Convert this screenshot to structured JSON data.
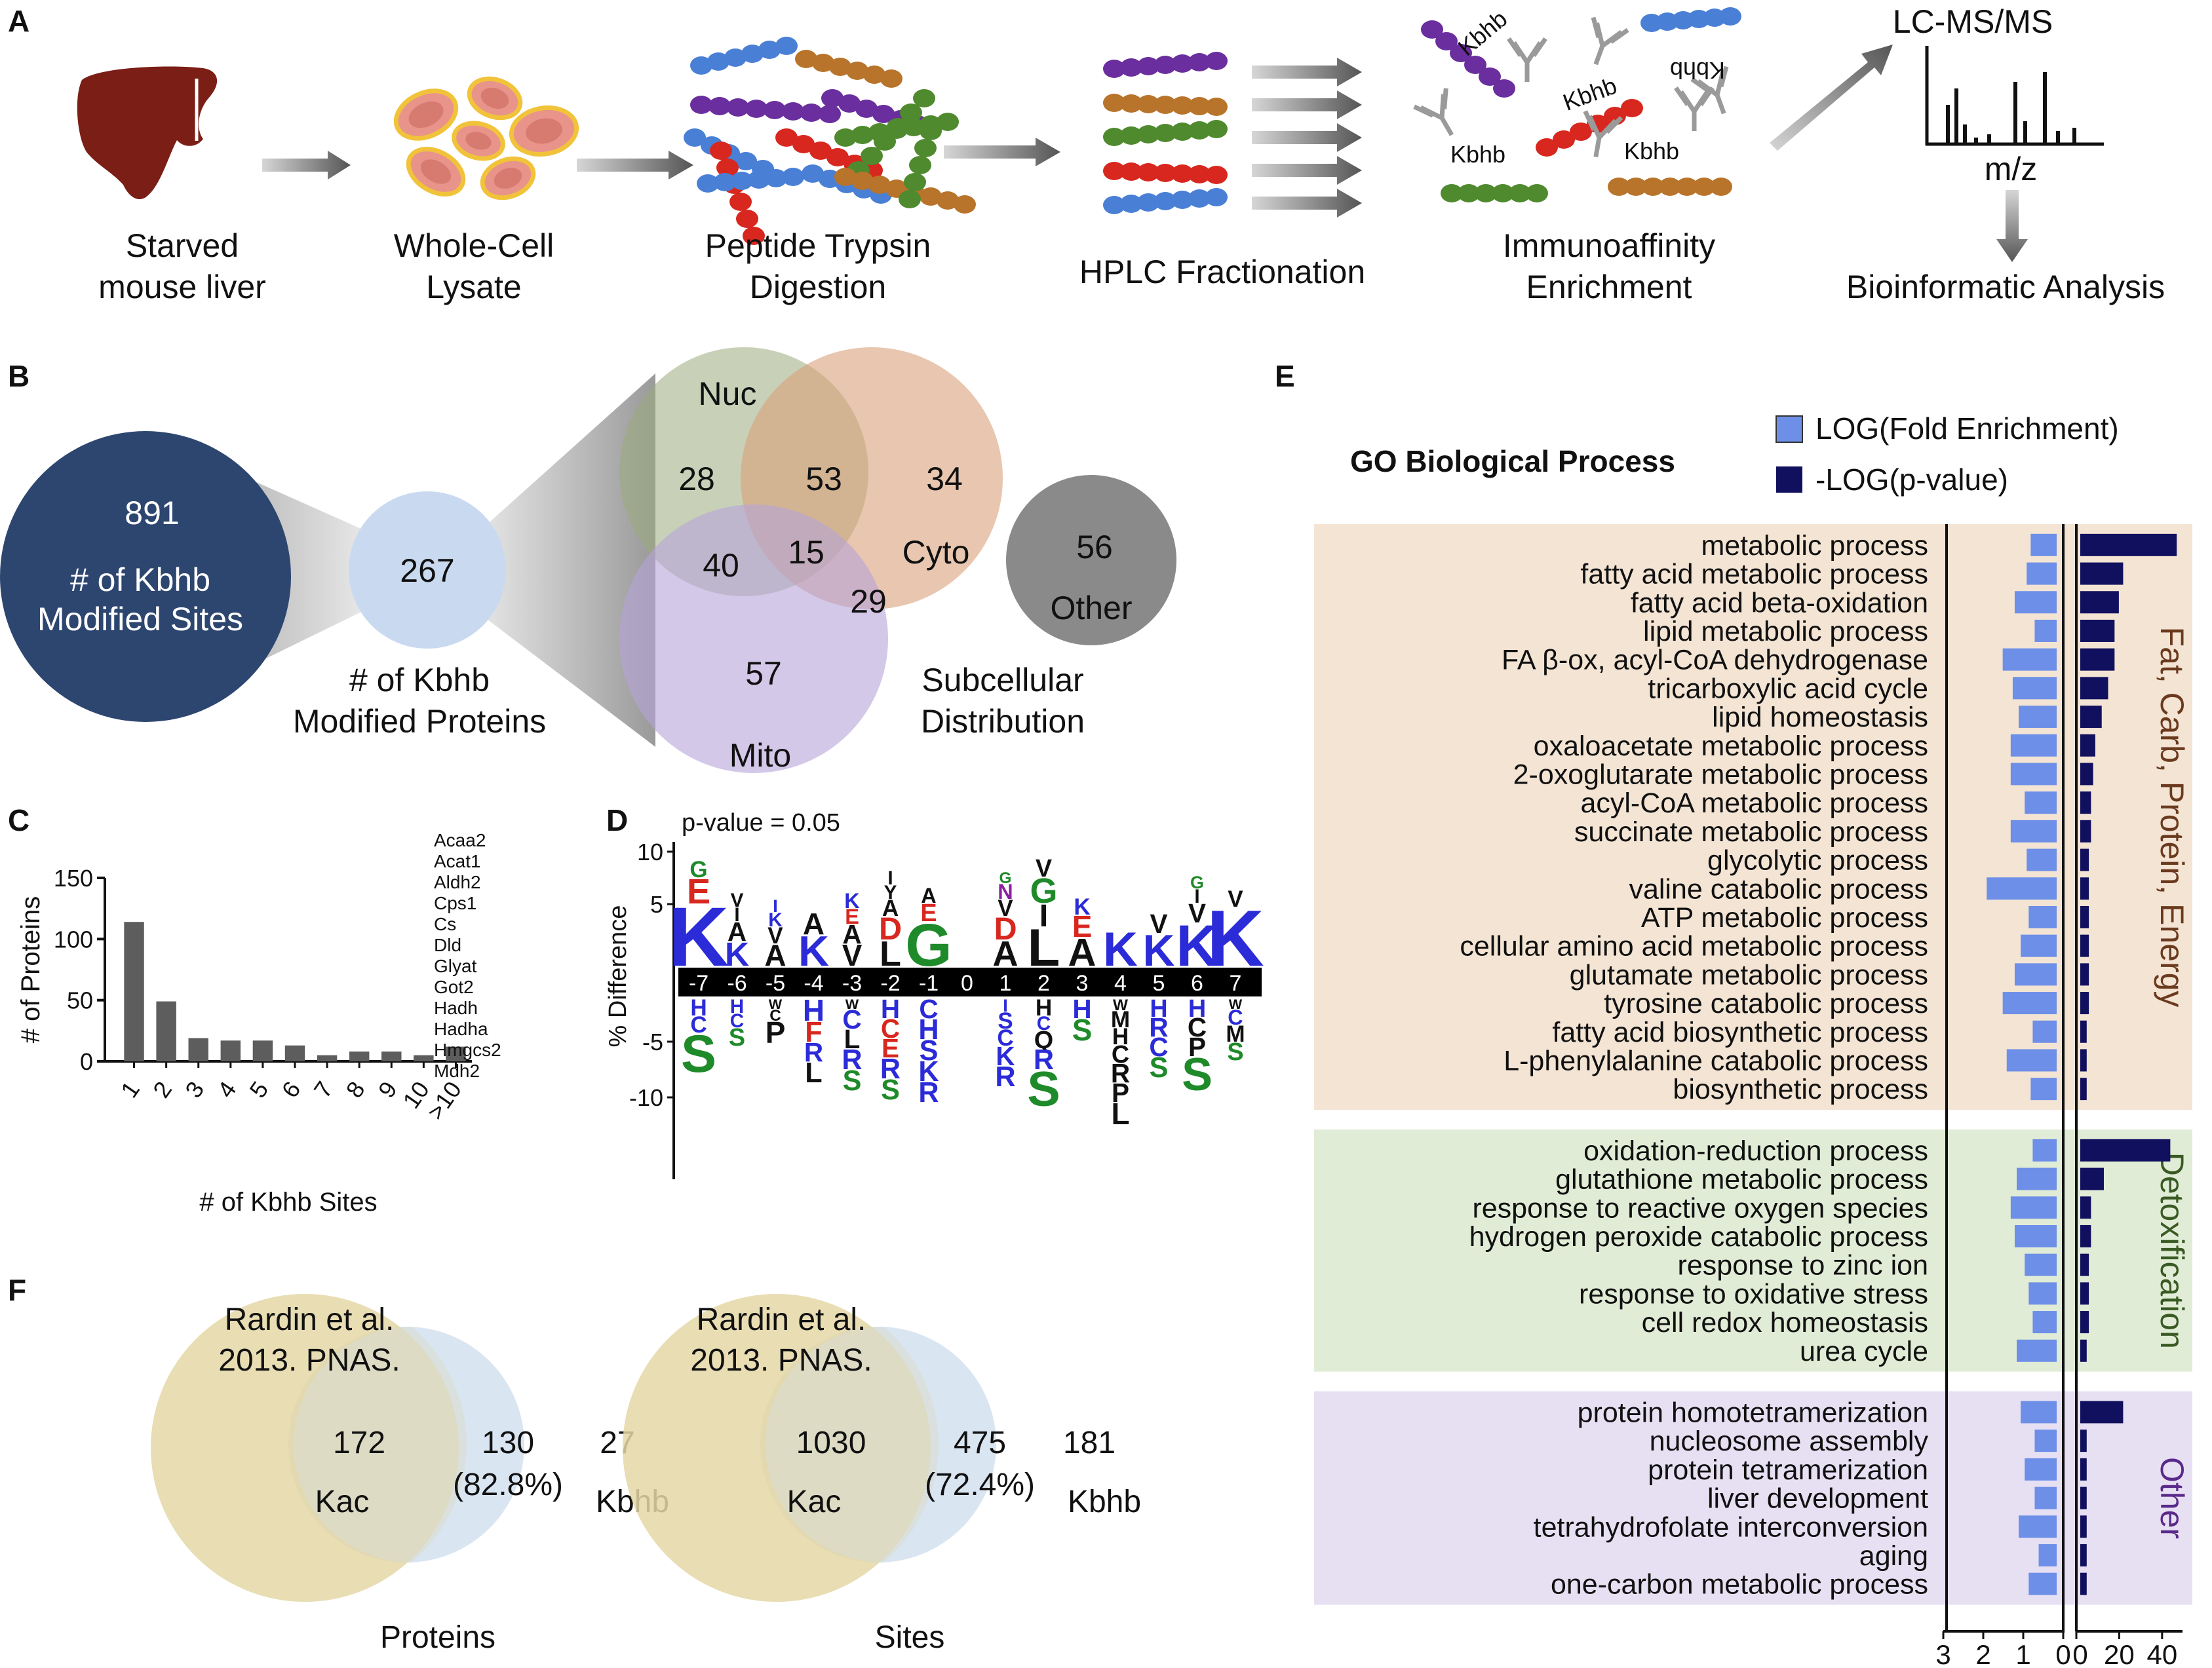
{
  "panels": {
    "a": "A",
    "b": "B",
    "c": "C",
    "d": "D",
    "e": "E",
    "f": "F"
  },
  "workflow": {
    "steps": [
      {
        "line1": "Starved",
        "line2": "mouse liver"
      },
      {
        "line1": "Whole-Cell",
        "line2": "Lysate"
      },
      {
        "line1": "Peptide Trypsin",
        "line2": "Digestion"
      },
      {
        "line1": "HPLC Fractionation",
        "line2": ""
      },
      {
        "line1": "Immunoaffinity",
        "line2": "Enrichment"
      }
    ],
    "kbhb_tag": "Kbhb",
    "ms_title": "LC-MS/MS",
    "ms_axis": "m/z",
    "bioinformatic": "Bioinformatic Analysis"
  },
  "panel_b": {
    "sites_count": "891",
    "sites_label1": "# of Kbhb",
    "sites_label2": "Modified Sites",
    "proteins_count": "267",
    "proteins_label1": "# of Kbhb",
    "proteins_label2": "Modified Proteins",
    "nuc_label": "Nuc",
    "cyto_label": "Cyto",
    "mito_label": "Mito",
    "other_label": "Other",
    "nuc_only": "28",
    "nuc_cyto": "53",
    "cyto_only": "34",
    "nuc_mito": "40",
    "all_three": "15",
    "cyto_mito": "29",
    "mito_only": "57",
    "other_count": "56",
    "subcellular1": "Subcellular",
    "subcellular2": "Distribution",
    "colors": {
      "sites": "#2d4670",
      "proteins": "#c9daf0",
      "nuc": "#9aab7e",
      "cyto": "#d9a07a",
      "mito": "#b7a4d8",
      "other": "#8a8a8a"
    }
  },
  "chart_data": [
    {
      "type": "bar",
      "panel": "C",
      "categories": [
        "1",
        "2",
        "3",
        "4",
        "5",
        "6",
        "7",
        "8",
        "9",
        "10",
        ">10"
      ],
      "values": [
        114,
        49,
        19,
        17,
        17,
        13,
        5,
        8,
        8,
        5,
        12
      ],
      "xlabel": "# of Kbhb Sites",
      "ylabel": "# of Proteins",
      "ylim": [
        0,
        150
      ],
      "yticks": [
        "0",
        "50",
        "100",
        "150"
      ],
      "annotation_list": [
        "Acaa2",
        "Acat1",
        "Aldh2",
        "Cps1",
        "Cs",
        "Dld",
        "Glyat",
        "Got2",
        "Hadh",
        "Hadha",
        "Hmgcs2",
        "Mdh2"
      ]
    },
    {
      "type": "bar",
      "panel": "E",
      "title": "GO Biological Process",
      "series": [
        {
          "name": "LOG(Fold Enrichment)",
          "color": "#6d8fe8",
          "values": [
            0.65,
            0.75,
            1.05,
            0.55,
            1.35,
            1.1,
            0.95,
            1.15,
            1.15,
            0.8,
            1.15,
            0.75,
            1.75,
            0.7,
            0.9,
            1.05,
            1.35,
            0.6,
            1.25,
            0.65,
            0.6,
            1.0,
            1.15,
            1.05,
            0.8,
            0.7,
            0.6,
            1.0,
            0.9,
            0.55,
            0.8,
            0.55,
            0.95,
            0.45,
            0.7
          ]
        },
        {
          "name": "-LOG(p-value)",
          "color": "#11105e",
          "values": [
            45,
            20,
            18,
            16,
            16,
            13,
            10,
            7,
            6,
            5,
            5,
            4,
            4,
            4,
            4,
            4,
            4,
            3,
            3,
            3,
            42,
            11,
            5,
            5,
            4,
            4,
            4,
            3,
            20,
            3,
            3,
            3,
            3,
            3,
            3
          ]
        }
      ],
      "categories": [
        "metabolic process",
        "fatty acid metabolic process",
        "fatty acid beta-oxidation",
        "lipid metabolic process",
        "FA β-ox, acyl-CoA dehydrogenase",
        "tricarboxylic acid cycle",
        "lipid homeostasis",
        "oxaloacetate metabolic process",
        "2-oxoglutarate metabolic process",
        "acyl-CoA metabolic process",
        "succinate metabolic process",
        "glycolytic process",
        "valine catabolic process",
        "ATP metabolic process",
        "cellular amino acid metabolic process",
        "glutamate metabolic process",
        "tyrosine catabolic process",
        "fatty acid biosynthetic process",
        "L-phenylalanine catabolic process",
        "biosynthetic process",
        "oxidation-reduction process",
        "glutathione metabolic process",
        "response to reactive oxygen species",
        "hydrogen peroxide catabolic process",
        "response to zinc ion",
        "response to oxidative stress",
        "cell redox homeostasis",
        "urea cycle",
        "protein homotetramerization",
        "nucleosome assembly",
        "protein tetramerization",
        "liver development",
        "tetrahydrofolate interconversion",
        "aging",
        "one-carbon metabolic process"
      ],
      "groups": [
        {
          "name": "Fat, Carb, Protein, Energy",
          "count": 20,
          "color": "#f3e4d4",
          "text_color": "#6b3a1e"
        },
        {
          "name": "Detoxification",
          "count": 8,
          "color": "#e1ecd6",
          "text_color": "#3a5a24"
        },
        {
          "name": "Other",
          "count": 7,
          "color": "#e7e0f3",
          "text_color": "#5a2a8a"
        }
      ],
      "left_axis_ticks": [
        "3",
        "2",
        "1",
        "0"
      ],
      "right_axis_ticks": [
        "0",
        "20",
        "40"
      ],
      "left_range": [
        0,
        3
      ],
      "right_range": [
        0,
        48
      ]
    }
  ],
  "panel_d": {
    "pvalue": "p-value = 0.05",
    "ylabel": "% Difference",
    "yticks": [
      "10",
      "5",
      "-5",
      "-10"
    ],
    "positions": [
      "-7",
      "-6",
      "-5",
      "-4",
      "-3",
      "-2",
      "-1",
      "0",
      "1",
      "2",
      "3",
      "4",
      "5",
      "6",
      "7"
    ]
  },
  "panel_f": {
    "venns": [
      {
        "ref1": "Rardin et al.",
        "ref2": "2013. PNAS.",
        "kac_only": "172",
        "overlap": "130",
        "pct": "(82.8%)",
        "kbhb_only": "27",
        "kac": "Kac",
        "kbhb": "Kbhb",
        "caption": "Proteins"
      },
      {
        "ref1": "Rardin et al.",
        "ref2": "2013. PNAS.",
        "kac_only": "1030",
        "overlap": "475",
        "pct": "(72.4%)",
        "kbhb_only": "181",
        "kac": "Kac",
        "kbhb": "Kbhb",
        "caption": "Sites"
      }
    ],
    "colors": {
      "kac": "#e4d7a6",
      "kbhb": "#d4e0f0"
    }
  }
}
